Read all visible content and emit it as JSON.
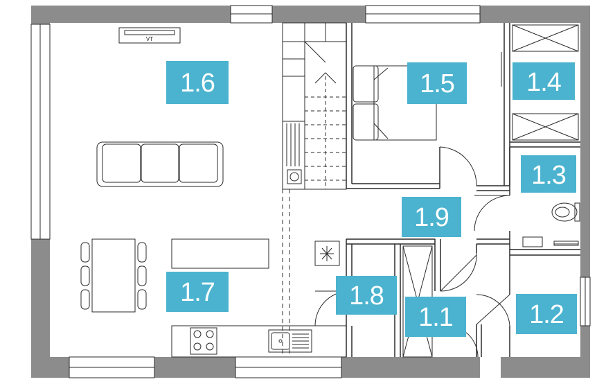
{
  "colors": {
    "wall": "#8c8c8c",
    "line": "#2a2a2a",
    "label_bg": "#4bb3cf",
    "label_text": "#ffffff",
    "background": "#ffffff"
  },
  "tv_label": "VT",
  "rooms": [
    {
      "id": "1.1",
      "label": "1.1"
    },
    {
      "id": "1.2",
      "label": "1.2"
    },
    {
      "id": "1.3",
      "label": "1.3"
    },
    {
      "id": "1.4",
      "label": "1.4"
    },
    {
      "id": "1.5",
      "label": "1.5"
    },
    {
      "id": "1.6",
      "label": "1.6"
    },
    {
      "id": "1.7",
      "label": "1.7"
    },
    {
      "id": "1.8",
      "label": "1.8"
    },
    {
      "id": "1.9",
      "label": "1.9"
    }
  ],
  "icons": [
    "sofa-icon",
    "dining-table-icon",
    "bed-icon",
    "stairs-icon",
    "stove-icon",
    "sink-icon",
    "toilet-icon",
    "washbasin-icon",
    "heater-icon",
    "tv-icon",
    "door-icon",
    "wardrobe-icon"
  ]
}
